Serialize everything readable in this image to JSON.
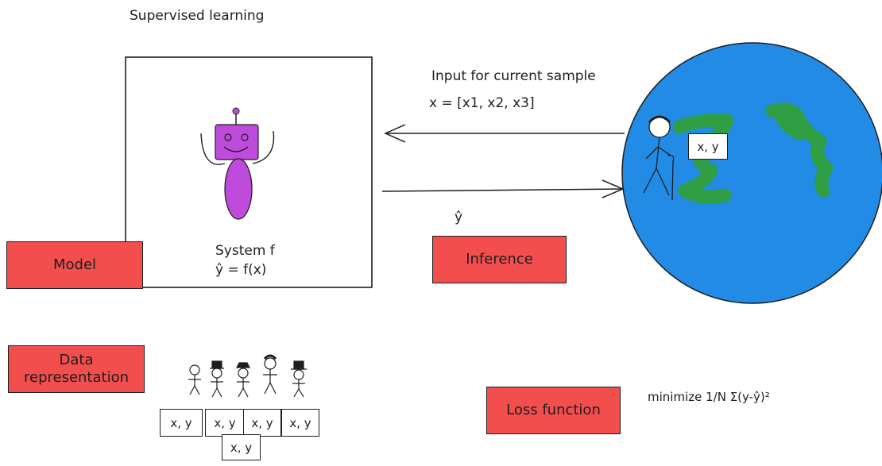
{
  "title": "Supervised learning",
  "model_box": {
    "line1": "System f",
    "line2": "ŷ = f(x)"
  },
  "labels": {
    "model": "Model",
    "inference": "Inference",
    "data_representation_line1": "Data",
    "data_representation_line2": "representation",
    "loss_function": "Loss function"
  },
  "input": {
    "heading": "Input for current sample",
    "vector": "x = [x1, x2, x3]"
  },
  "prediction_label": "ŷ",
  "loss_formula": "minimize 1/N Σ(y-ŷ)²",
  "sample_pair": "x, y",
  "colors": {
    "label_fill": "#f24e4e",
    "globe": "#228be6",
    "land": "#2f9e44",
    "robot": "#be4bdb"
  }
}
